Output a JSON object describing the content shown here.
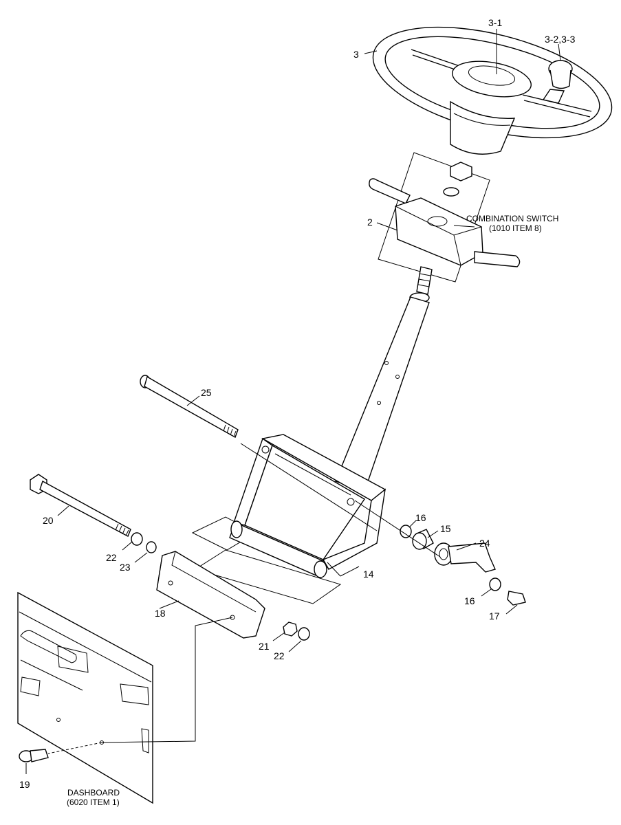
{
  "diagram": {
    "labels": {
      "p3": "3",
      "p3_1": "3-1",
      "p3_2": "3-2,3-3",
      "p2": "2",
      "p25": "25",
      "p20": "20",
      "p22a": "22",
      "p23": "23",
      "p18": "18",
      "p14": "14",
      "p16a": "16",
      "p15": "15",
      "p24": "24",
      "p16b": "16",
      "p17": "17",
      "p21": "21",
      "p22b": "22",
      "p19": "19"
    },
    "notes": {
      "combo_line1": "COMBINATION SWITCH",
      "combo_line2": "(1010 ITEM 8)",
      "dash_line1": "DASHBOARD",
      "dash_line2": "(6020 ITEM 1)"
    }
  }
}
